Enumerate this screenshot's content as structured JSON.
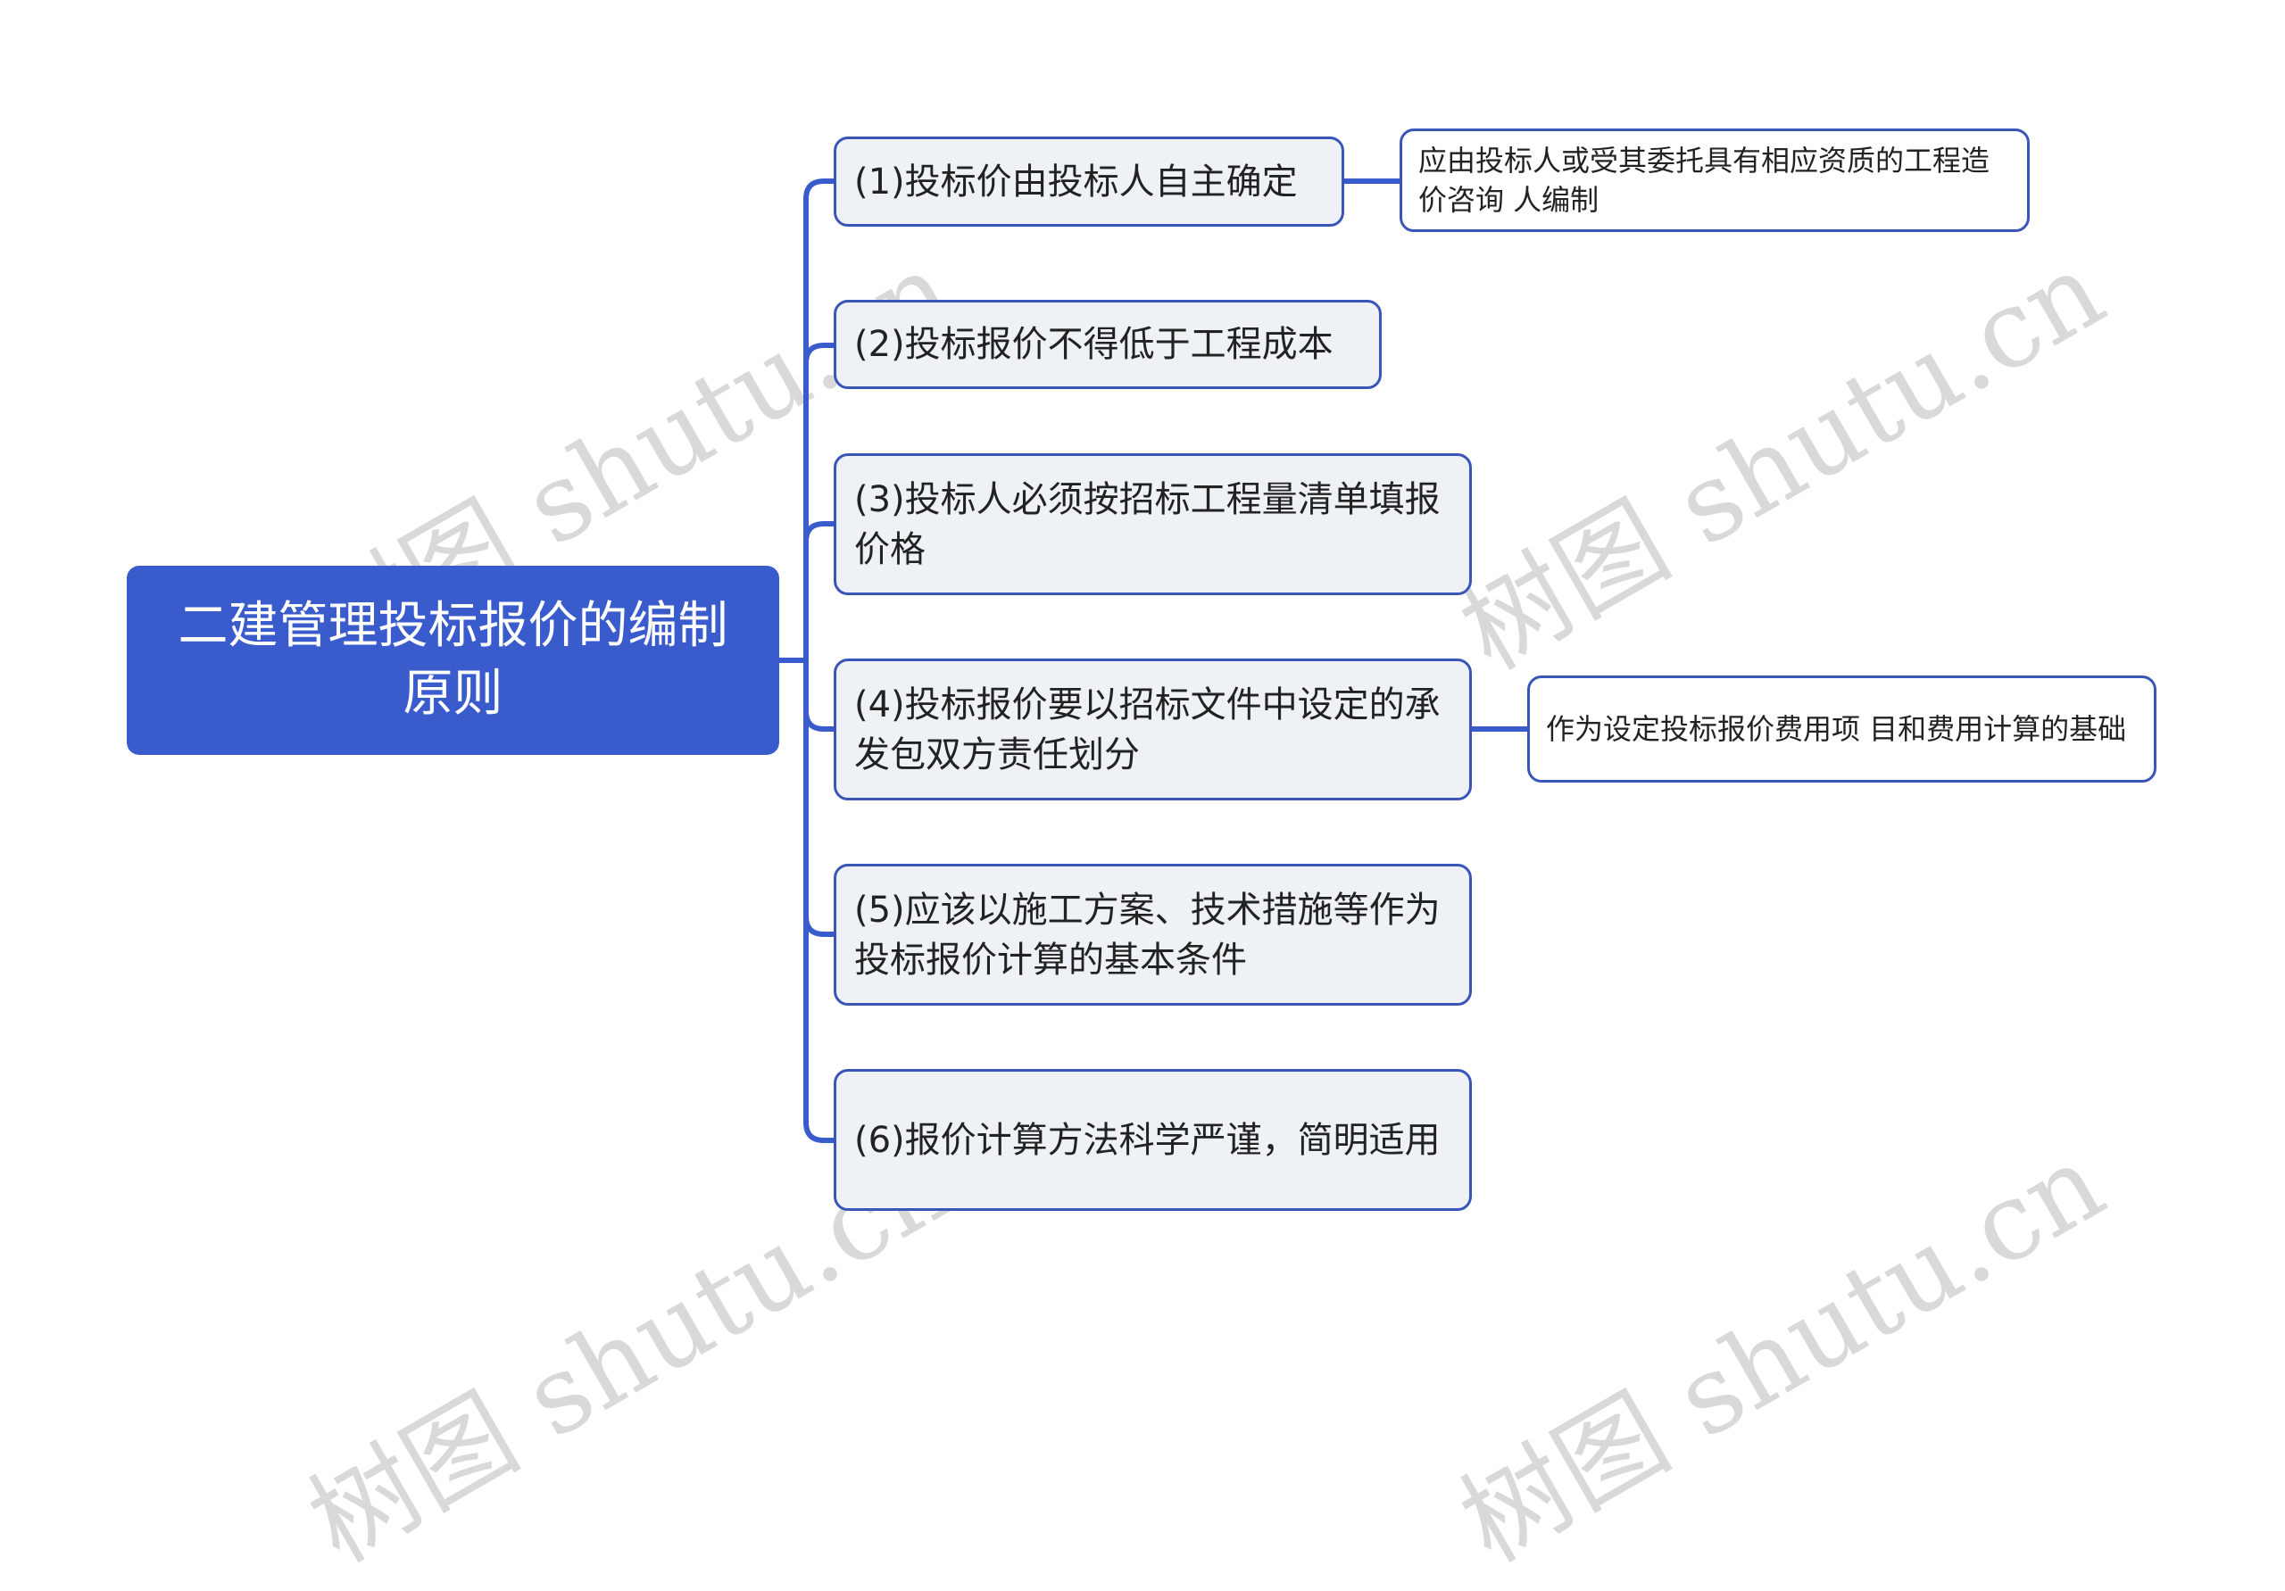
{
  "root": {
    "label": "二建管理投标报价的编制原则"
  },
  "branches": [
    {
      "label": "(1)投标价由投标人自主确定",
      "detail": "应由投标人或受其委托具有相应资质的工程造价咨询 人编制"
    },
    {
      "label": "(2)投标报价不得低于工程成本"
    },
    {
      "label": "(3)投标人必须按招标工程量清单填报价格"
    },
    {
      "label": "(4)投标报价要以招标文件中设定的承发包双方责任划分",
      "detail": "作为设定投标报价费用项 目和费用计算的基础"
    },
    {
      "label": "(5)应该以施工方案、技术措施等作为投标报价计算的基本条件"
    },
    {
      "label": "(6)报价计算方法科学严谨，简明适用"
    }
  ],
  "watermark": {
    "text": "树图 shutu.cn"
  },
  "colors": {
    "root_fill": "#3a5bcc",
    "line": "#3a5bcc",
    "node_fill": "#eef1f5",
    "node_border": "#3a55b8",
    "watermark": "#d9d9d9"
  }
}
